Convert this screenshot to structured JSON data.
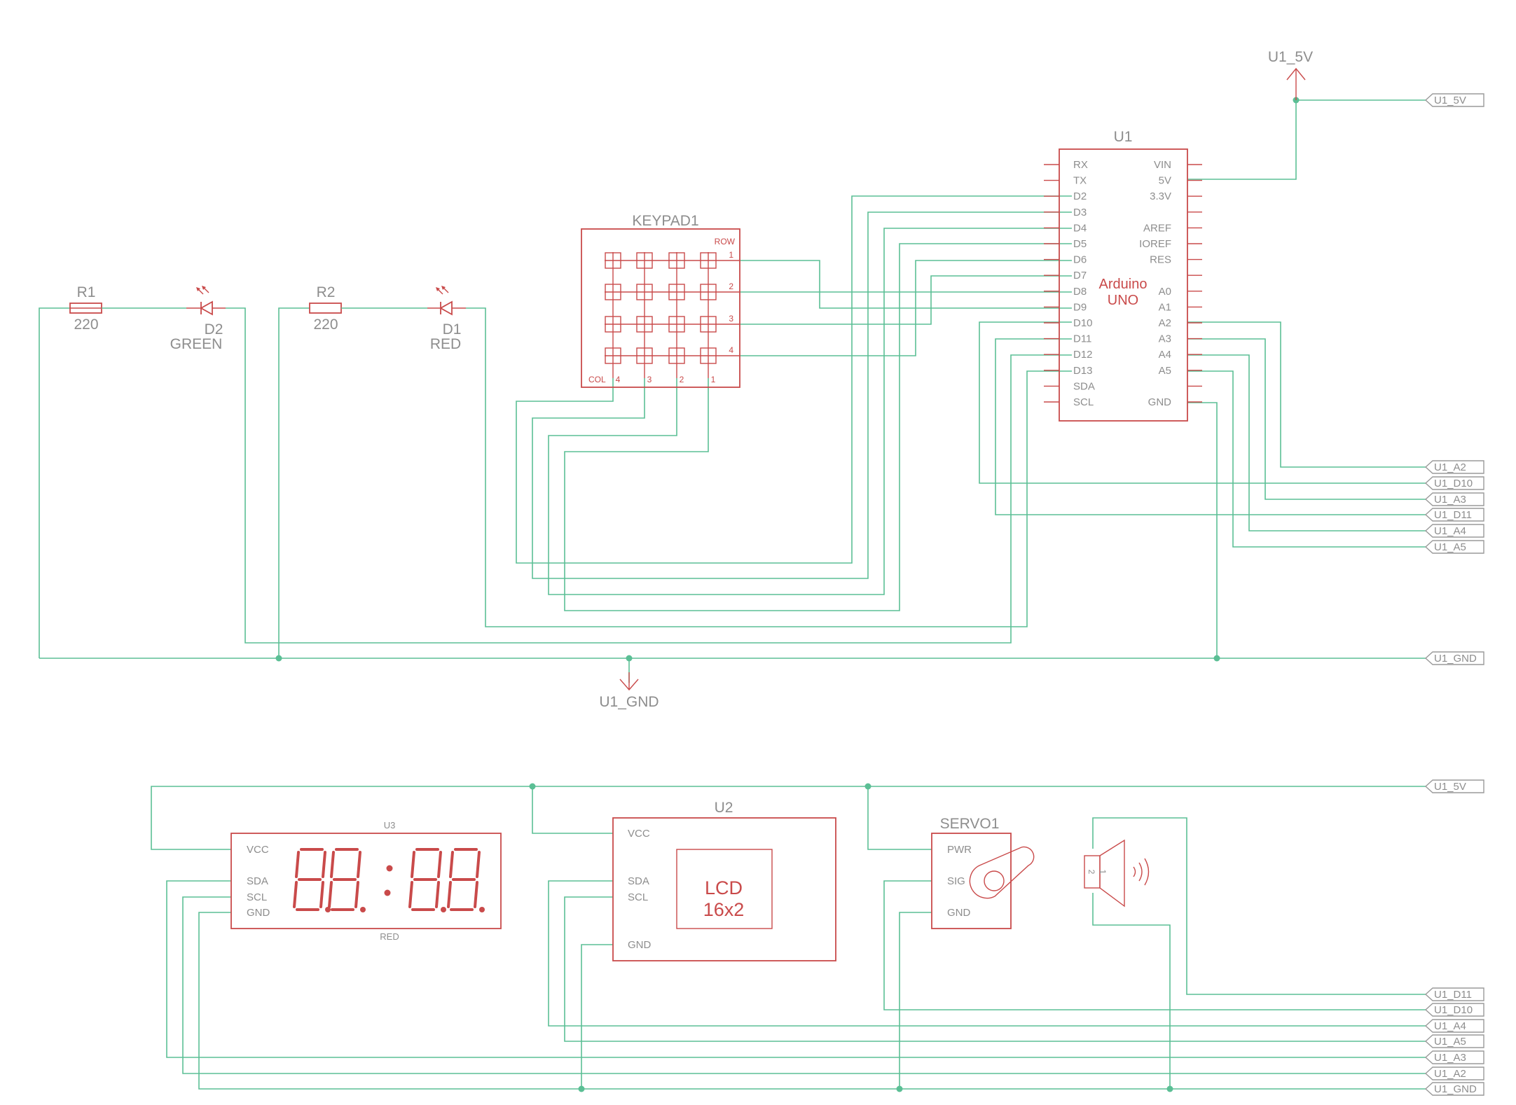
{
  "power": {
    "top_5v_label": "U1_5V",
    "gnd_label": "U1_GND"
  },
  "arduino": {
    "ref": "U1",
    "name_line1": "Arduino",
    "name_line2": "UNO",
    "left_pins": [
      "RX",
      "TX",
      "D2",
      "D3",
      "D4",
      "D5",
      "D6",
      "D7",
      "D8",
      "D9",
      "D10",
      "D11",
      "D12",
      "D13",
      "SDA",
      "SCL"
    ],
    "right_pins": [
      "VIN",
      "5V",
      "3.3V",
      "",
      "AREF",
      "IOREF",
      "RES",
      "",
      "A0",
      "A1",
      "A2",
      "A3",
      "A4",
      "A5",
      "",
      "GND"
    ]
  },
  "keypad": {
    "ref": "KEYPAD1",
    "row_label": "ROW",
    "col_label": "COL",
    "row_numbers": [
      "1",
      "2",
      "3",
      "4"
    ],
    "col_numbers": [
      "4",
      "3",
      "2",
      "1"
    ]
  },
  "resistors": [
    {
      "ref": "R1",
      "value": "220"
    },
    {
      "ref": "R2",
      "value": "220"
    }
  ],
  "leds": [
    {
      "ref": "D2",
      "color": "GREEN"
    },
    {
      "ref": "D1",
      "color": "RED"
    }
  ],
  "display7seg": {
    "ref": "U3",
    "pins": [
      "VCC",
      "SDA",
      "SCL",
      "GND"
    ],
    "color_label": "RED"
  },
  "lcd": {
    "ref": "U2",
    "pins": [
      "VCC",
      "SDA",
      "SCL",
      "GND"
    ],
    "text_line1": "LCD",
    "text_line2": "16x2"
  },
  "servo": {
    "ref": "SERVO1",
    "pins": [
      "PWR",
      "SIG",
      "GND"
    ]
  },
  "buzzer": {
    "pin_numbers": [
      "1",
      "2"
    ]
  },
  "net_flags_top": [
    "U1_5V",
    "U1_A2",
    "U1_D10",
    "U1_A3",
    "U1_D11",
    "U1_A4",
    "U1_A5",
    "U1_GND"
  ],
  "net_flags_bottom": [
    "U1_5V",
    "U1_D11",
    "U1_D10",
    "U1_A4",
    "U1_A5",
    "U1_A3",
    "U1_A2",
    "U1_GND"
  ],
  "colors": {
    "wire": "#5bbf95",
    "component": "#c94a4a",
    "flag_outline": "#9a9a9a",
    "text_gray": "#8d8d8d"
  }
}
